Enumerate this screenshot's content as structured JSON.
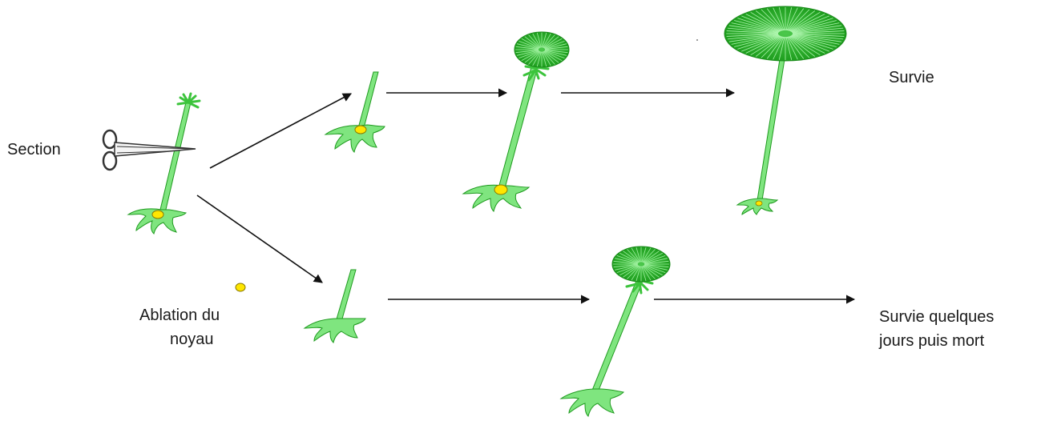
{
  "labels": {
    "section": "Section",
    "survie": "Survie",
    "ablation_line1": "Ablation du",
    "ablation_line2": "noyau",
    "survie_quelques_line1": "Survie quelques",
    "survie_quelques_line2": "jours puis mort"
  },
  "colors": {
    "stalk_fill": "#7fe57f",
    "stalk_stroke": "#1f9a1f",
    "cap_fill": "#22a822",
    "nucleus_fill": "#ffe600",
    "nucleus_stroke": "#8a7a00",
    "arrow": "#111111",
    "text": "#1a1a1a"
  },
  "icons": {
    "cutting_tool": "scissors-icon"
  }
}
